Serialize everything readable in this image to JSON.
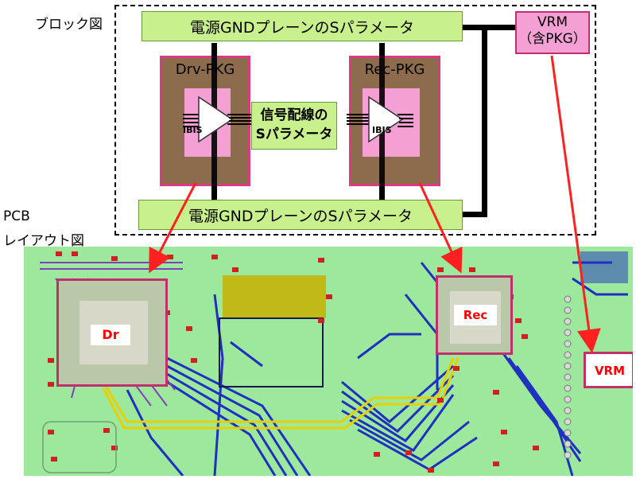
{
  "block_diagram": {
    "caption": "ブロック図",
    "power_plane_top": "電源GNDプレーンのSパラメータ",
    "power_plane_bottom": "電源GNDプレーンのSパラメータ",
    "driver_pkg": "Drv-PKG",
    "receiver_pkg": "Rec-PKG",
    "buffer_label_left": "IBIS",
    "buffer_label_right": "IBIS",
    "signal_line_line1": "信号配線の",
    "signal_line_line2": "Sパラメータ",
    "vrm_line1": "VRM",
    "vrm_line2": "（含PKG）"
  },
  "pcb_layout": {
    "caption_line1": "PCB",
    "caption_line2": "レイアウト図",
    "driver_chip_label": "Dr",
    "receiver_chip_label": "Rec",
    "vrm_label": "VRM"
  },
  "colors": {
    "green_box": "#c8f08c",
    "pkg_brown": "#8c6c4c",
    "pkg_pink": "#f5a0d5",
    "pkg_border": "#d93a80",
    "arrow_red": "#ff2020",
    "pcb_green": "#9ce89c",
    "trace_blue": "#2030c0",
    "trace_yellow": "#e8d000",
    "chip_magenta": "#c0306a"
  }
}
